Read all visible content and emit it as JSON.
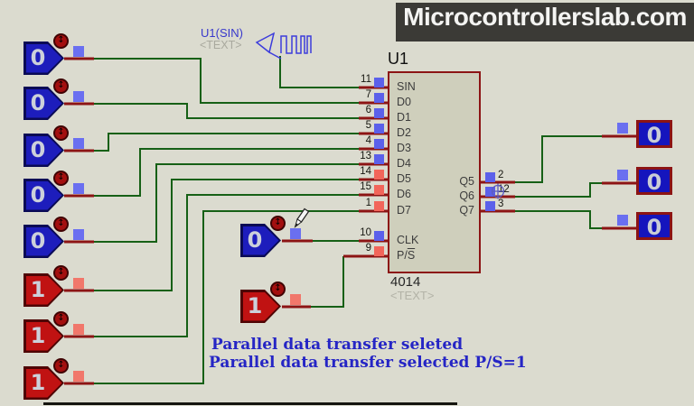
{
  "watermark": {
    "text": "Microcontrollerslab.com"
  },
  "generator": {
    "label": "U1(SIN)",
    "sublabel": "<TEXT>"
  },
  "ic": {
    "ref": "U1",
    "part": "4014",
    "subtext": "<TEXT>",
    "left_pins": [
      {
        "number": "11",
        "label": "SIN",
        "state": "low"
      },
      {
        "number": "7",
        "label": "D0",
        "state": "low"
      },
      {
        "number": "6",
        "label": "D1",
        "state": "low"
      },
      {
        "number": "5",
        "label": "D2",
        "state": "low"
      },
      {
        "number": "4",
        "label": "D3",
        "state": "low"
      },
      {
        "number": "13",
        "label": "D4",
        "state": "low"
      },
      {
        "number": "14",
        "label": "D5",
        "state": "high"
      },
      {
        "number": "15",
        "label": "D6",
        "state": "high"
      },
      {
        "number": "1",
        "label": "D7",
        "state": "high"
      }
    ],
    "clk_pin": {
      "number": "10",
      "label": "CLK",
      "state": "low"
    },
    "ps_pin": {
      "number": "9",
      "label_prefix": "P/",
      "label_s": "S",
      "state": "high"
    },
    "right_pins": [
      {
        "number": "2",
        "label": "Q5",
        "state": "low"
      },
      {
        "number": "12",
        "label": "Q6",
        "state": "low"
      },
      {
        "number": "3",
        "label": "Q7",
        "state": "low"
      }
    ]
  },
  "inputs": [
    {
      "value": "0",
      "state": "low"
    },
    {
      "value": "0",
      "state": "low"
    },
    {
      "value": "0",
      "state": "low"
    },
    {
      "value": "0",
      "state": "low"
    },
    {
      "value": "0",
      "state": "low"
    },
    {
      "value": "1",
      "state": "high"
    },
    {
      "value": "1",
      "state": "high"
    },
    {
      "value": "1",
      "state": "high"
    }
  ],
  "clk_input": {
    "value": "0",
    "state": "low"
  },
  "ps_input": {
    "value": "1",
    "state": "high"
  },
  "outputs": [
    {
      "value": "0"
    },
    {
      "value": "0"
    },
    {
      "value": "0"
    }
  ],
  "captions": {
    "line1": "Parallel data transfer seleted",
    "line2": "Parallel data transfer selected P/S=1"
  },
  "icons": {
    "toggle": "↕"
  },
  "colors": {
    "background": "#dbdbcf",
    "wire_green": "#166016",
    "pin_maroon": "#8c1414",
    "ic_fill": "#cfcfbc",
    "component_blue": "#1d1dbc",
    "component_red": "#c01212",
    "logic_low_blue": "#5b60ea",
    "logic_high_red": "#f2655a",
    "caption_blue": "#2525c5",
    "generator_blue": "#3c3cdc",
    "watermark_bg": "#3b3a36"
  }
}
